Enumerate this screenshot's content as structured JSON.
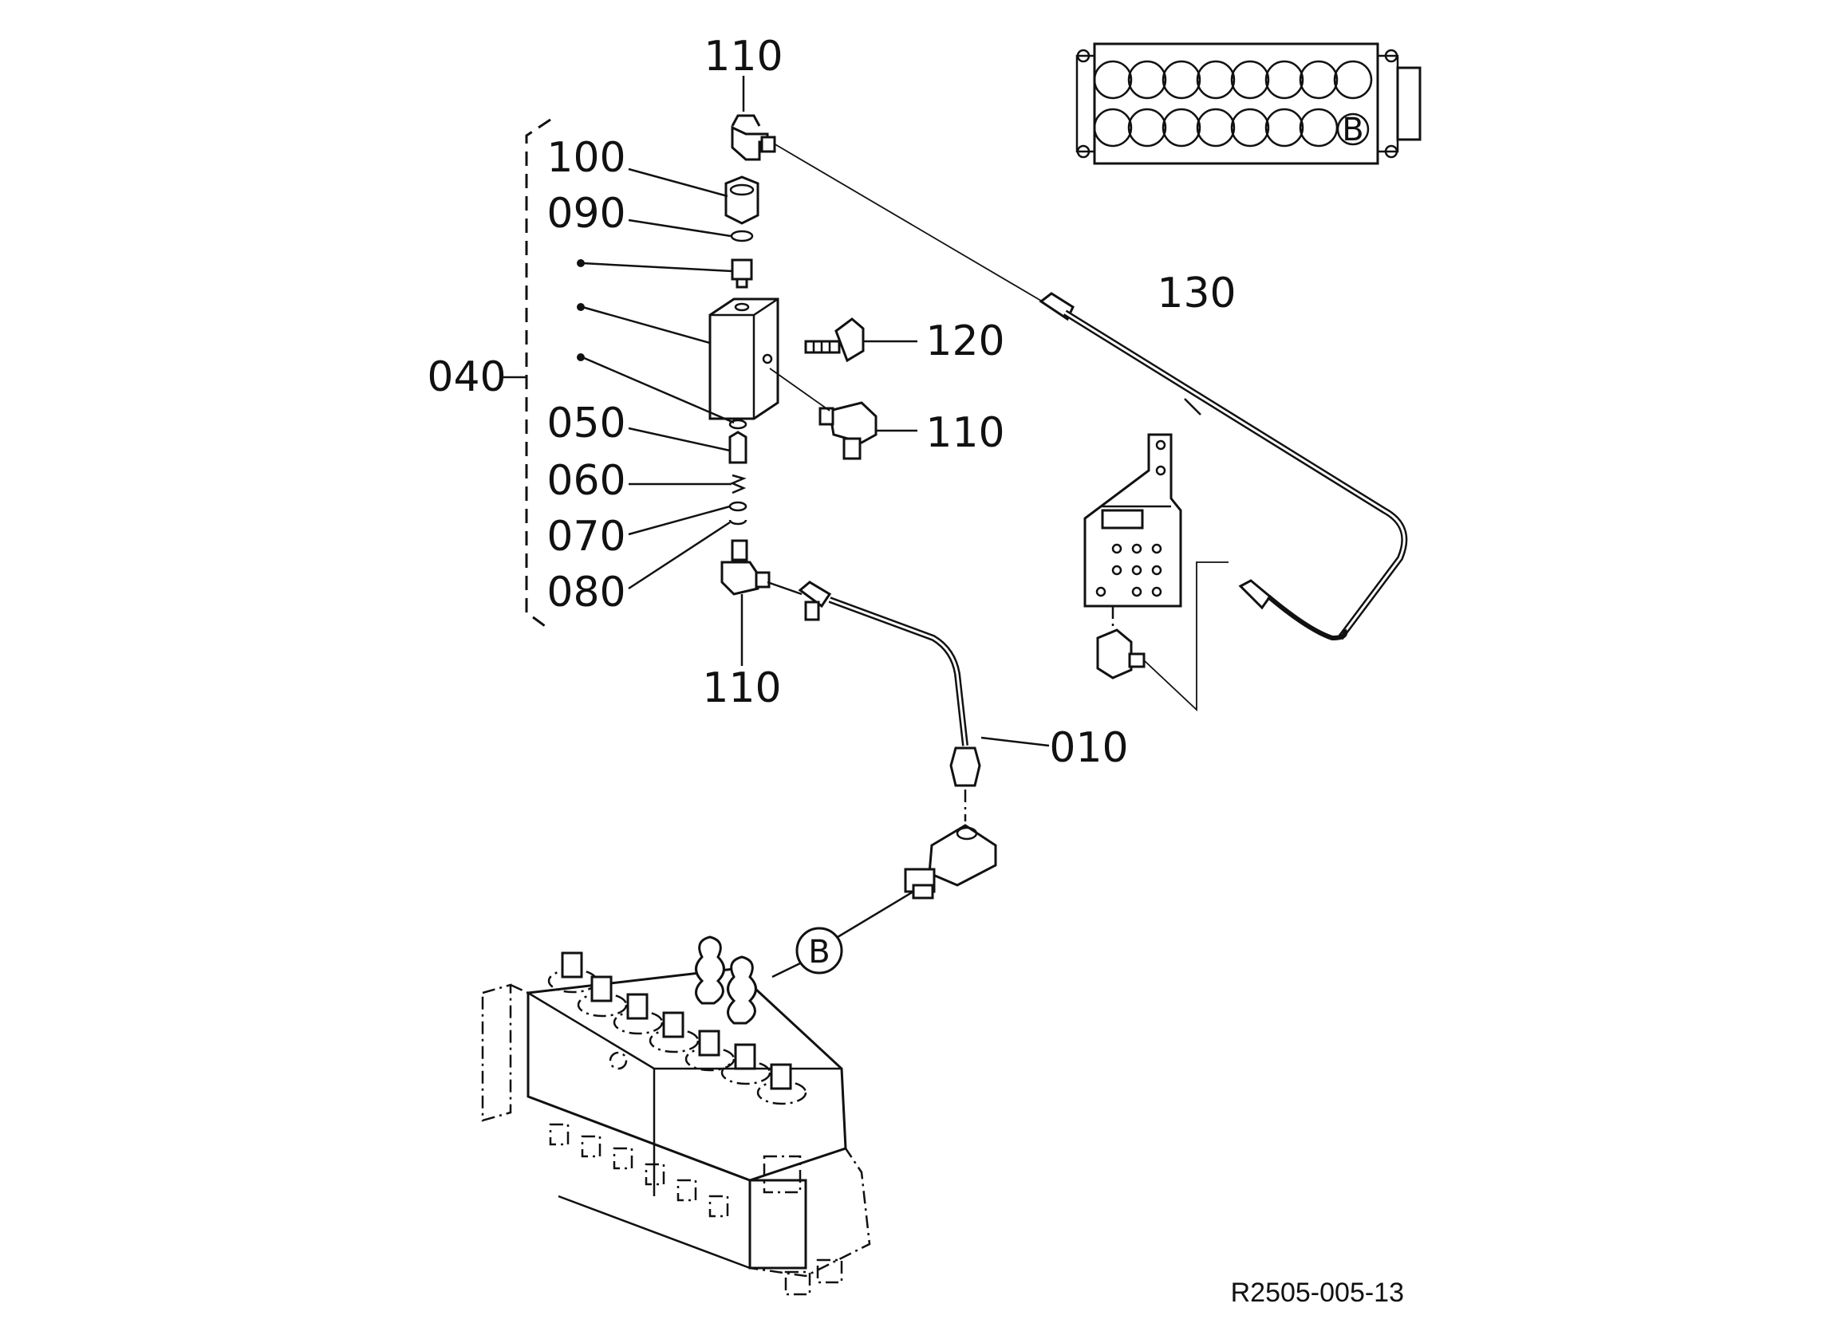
{
  "labels": {
    "p110_top": "110",
    "p100": "100",
    "p090": "090",
    "p040": "040",
    "p050": "050",
    "p060": "060",
    "p070": "070",
    "p080": "080",
    "p110_bottom": "110",
    "p120": "120",
    "p110_right": "110",
    "p130": "130",
    "p010": "010"
  },
  "callouts": {
    "main": "B",
    "inset": "B"
  },
  "reference": "R2505-005-13"
}
